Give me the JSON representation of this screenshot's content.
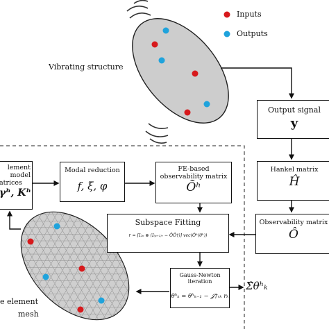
{
  "legend": {
    "inputs_label": "Inputs",
    "outputs_label": "Outputs",
    "inputs_color": "#d7191c",
    "outputs_color": "#1fa3dc"
  },
  "structure": {
    "label": "Vibrating structure"
  },
  "boxes": {
    "output_signal": {
      "title": "Output signal",
      "symbol": "y"
    },
    "hankel": {
      "title": "Hankel matrix",
      "symbol": "Ĥ"
    },
    "observability": {
      "title": "Observability matrix",
      "symbol": "Ô"
    },
    "fe_model": {
      "title_line1": "lement model",
      "title_line2": "atrices",
      "symbol": "γʰ, Kʰ"
    },
    "modal_reduction": {
      "title": "Modal reduction",
      "symbol": "f, ξ, φ"
    },
    "fe_observability": {
      "title_line1": "FE-based",
      "title_line2": "observability matrix",
      "symbol": "Õʰ"
    },
    "subspace": {
      "title": "Subspace Fitting",
      "formula": "r = [I₂ₙ ⊗ (I₍ₚ₊₁₎ᵣ − ÔÔ†)] vec(Õʰ(θʰ))"
    },
    "gauss_newton": {
      "title": "Gauss-Newton iteration",
      "formula": "θʰₖ = θʰₖ₋₁ − 𝒥†ᵣₖ rₖ"
    }
  },
  "mesh": {
    "label_line1": "e element",
    "label_line2": "mesh"
  },
  "result": {
    "symbol": "Σ̂θʰₖ"
  }
}
